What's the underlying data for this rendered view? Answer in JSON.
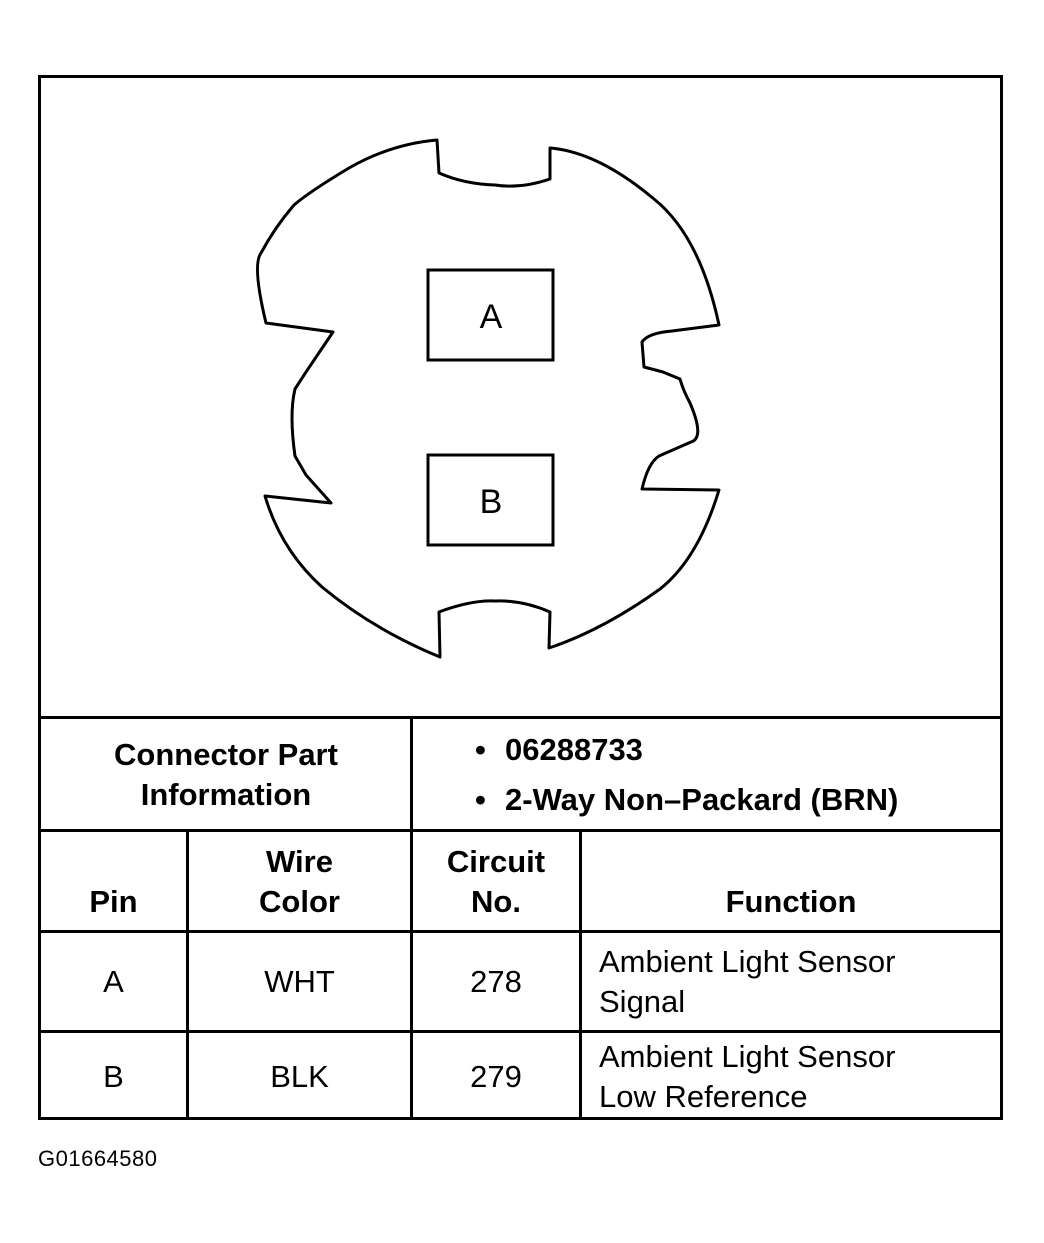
{
  "connector": {
    "pins": [
      "A",
      "B"
    ]
  },
  "part_info": {
    "label_line1": "Connector Part",
    "label_line2": "Information",
    "items": [
      "06288733",
      "2-Way Non–Packard (BRN)"
    ]
  },
  "table": {
    "headers": {
      "pin": "Pin",
      "wire_color_line1": "Wire",
      "wire_color_line2": "Color",
      "circuit_line1": "Circuit",
      "circuit_line2": "No.",
      "function": "Function"
    },
    "rows": [
      {
        "pin": "A",
        "wire_color": "WHT",
        "circuit": "278",
        "function_line1": "Ambient Light Sensor",
        "function_line2": "Signal"
      },
      {
        "pin": "B",
        "wire_color": "BLK",
        "circuit": "279",
        "function_line1": "Ambient Light Sensor",
        "function_line2": "Low Reference"
      }
    ]
  },
  "figure_code": "G01664580"
}
